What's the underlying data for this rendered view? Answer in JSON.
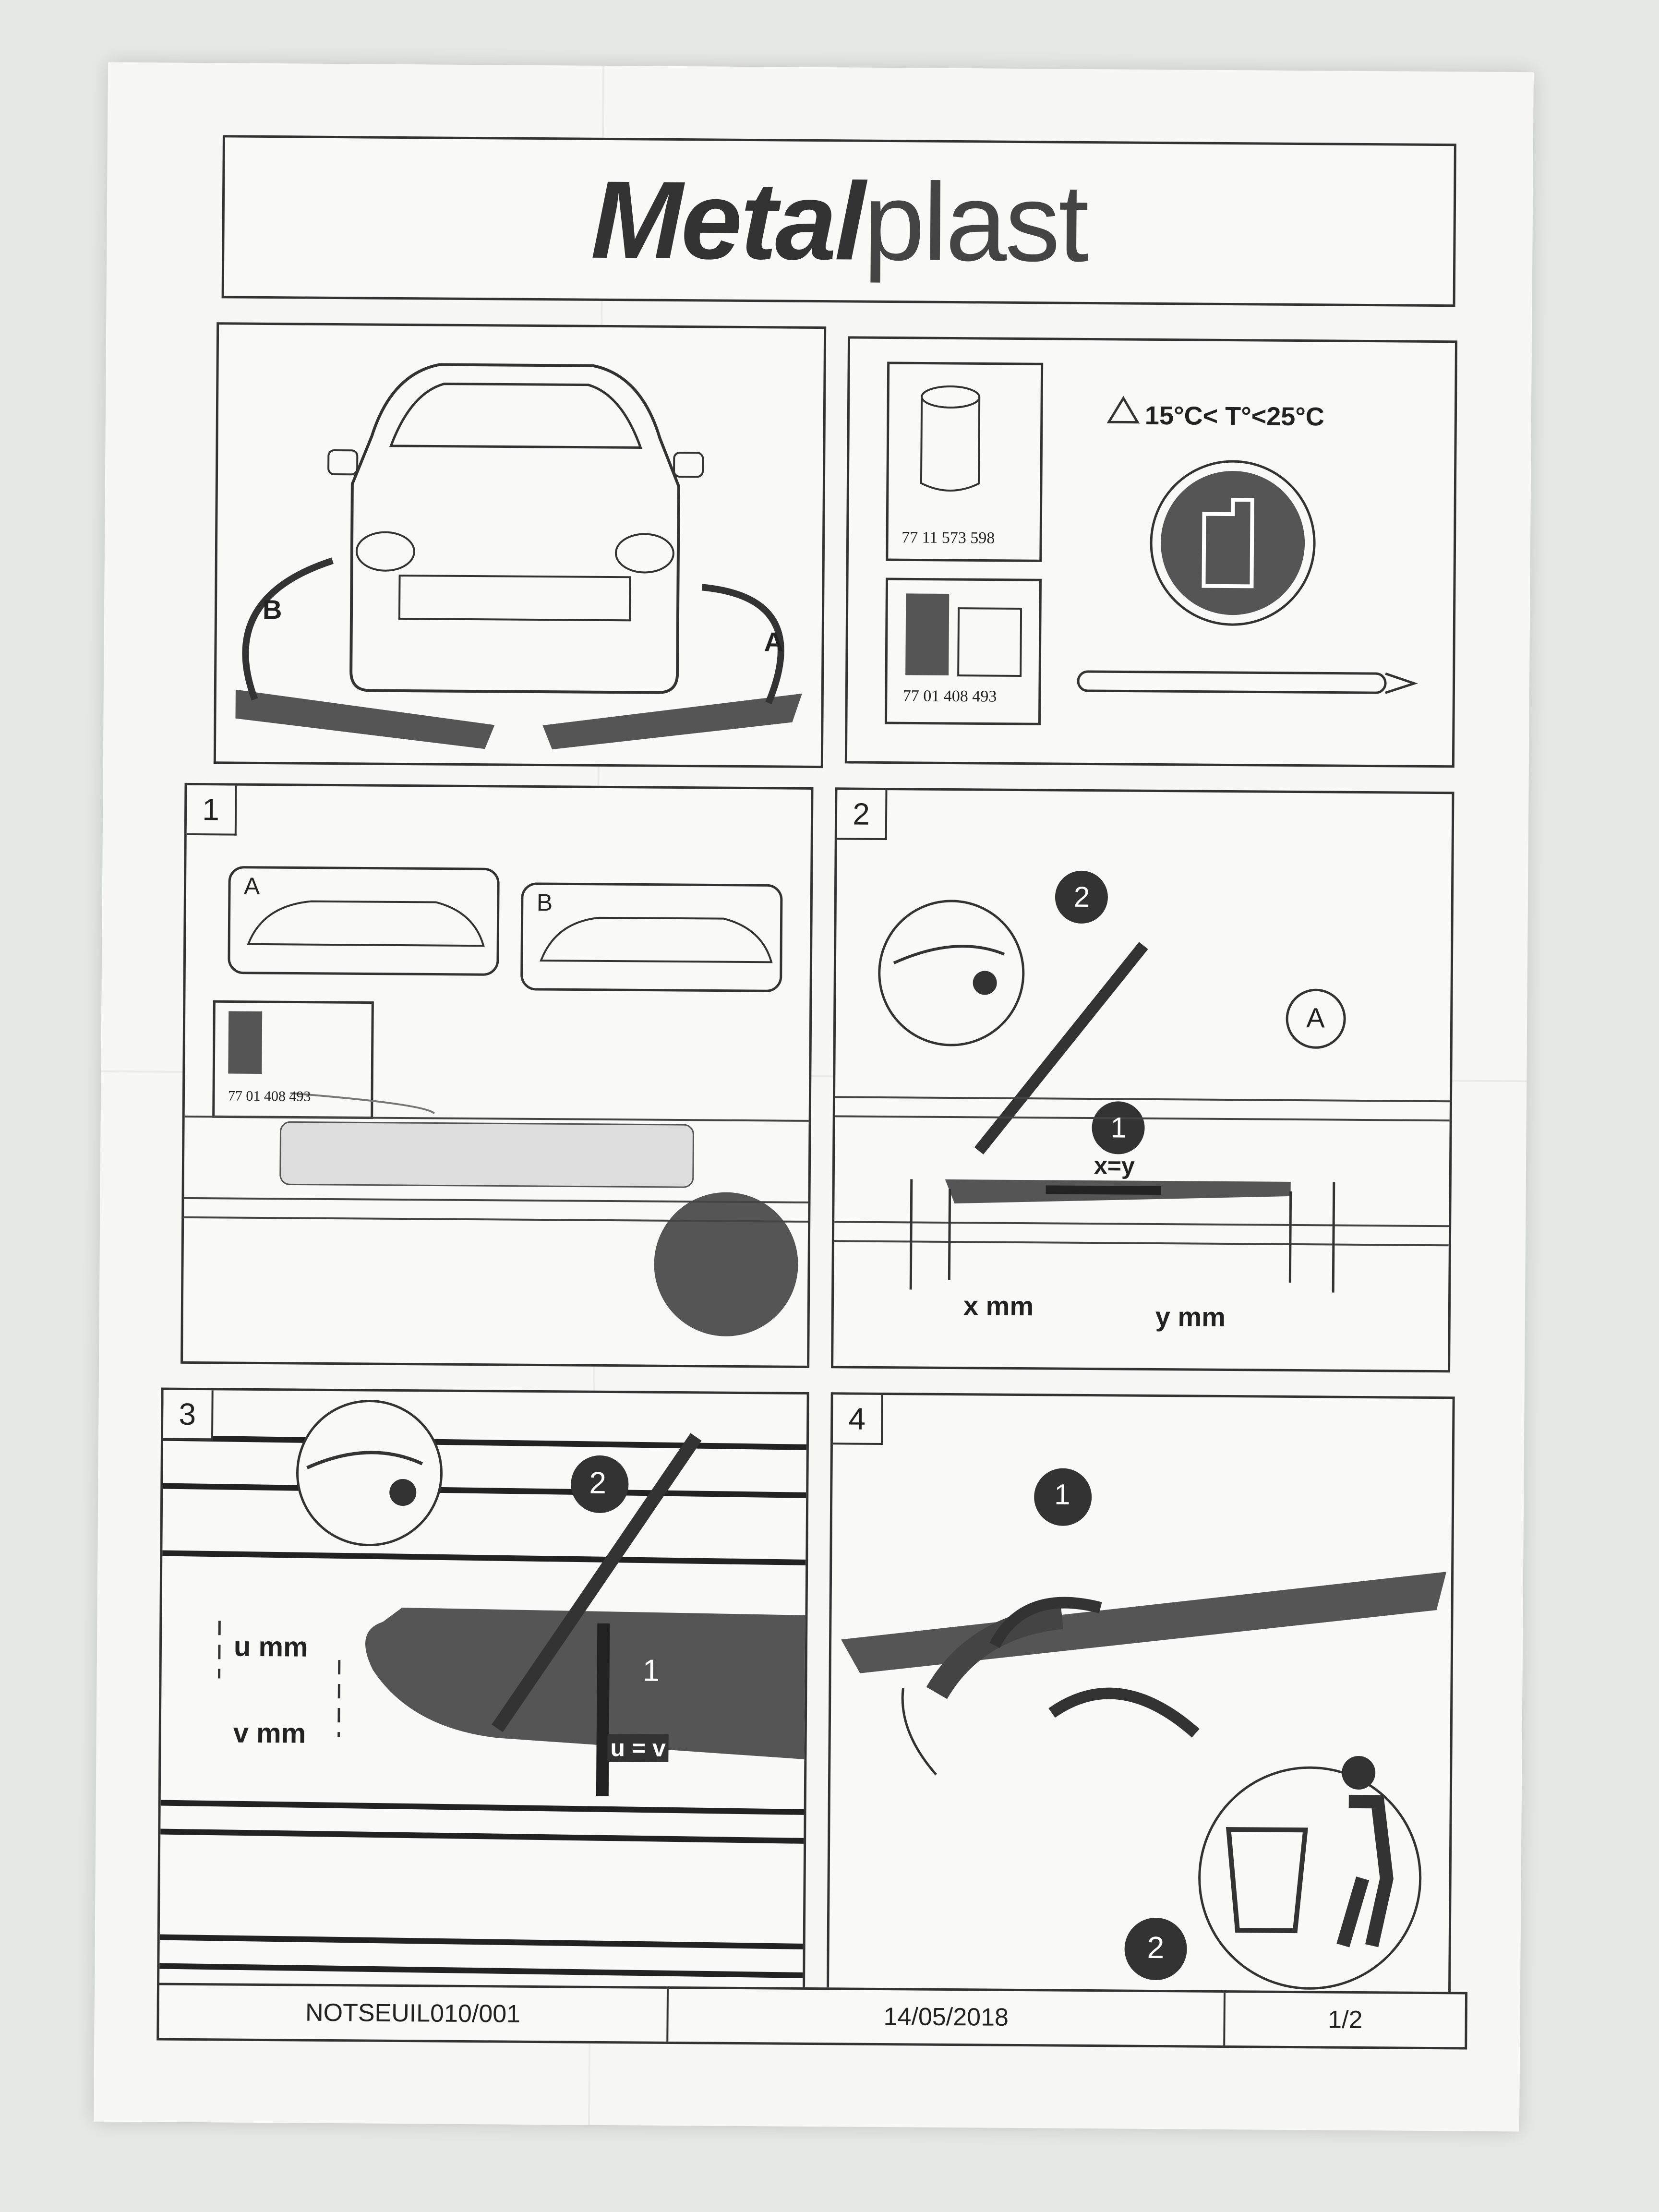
{
  "brand": {
    "logo_bold": "Metal",
    "logo_light": "plast"
  },
  "top_left": {
    "label_a": "A",
    "label_b": "B"
  },
  "top_right": {
    "tape_code": "77 11 573 598",
    "cleaner_code": "77 01 408 493",
    "temperature": "15°C< T°<25°C"
  },
  "step1": {
    "num": "1",
    "label_a": "A",
    "label_b": "B",
    "cleaner_code": "77 01 408 493"
  },
  "step2": {
    "num": "2",
    "circle_1": "1",
    "circle_2": "2",
    "label_a": "A",
    "equation": "x=y",
    "x_label": "x mm",
    "y_label": "y mm"
  },
  "step3": {
    "num": "3",
    "circle_1": "1",
    "circle_2": "2",
    "u_label": "u mm",
    "v_label": "v mm",
    "equation": "u = v"
  },
  "step4": {
    "num": "4",
    "circle_1": "1",
    "circle_2": "2"
  },
  "footer": {
    "doc_code": "NOTSEUIL010/001",
    "date": "14/05/2018",
    "page": "1/2"
  }
}
